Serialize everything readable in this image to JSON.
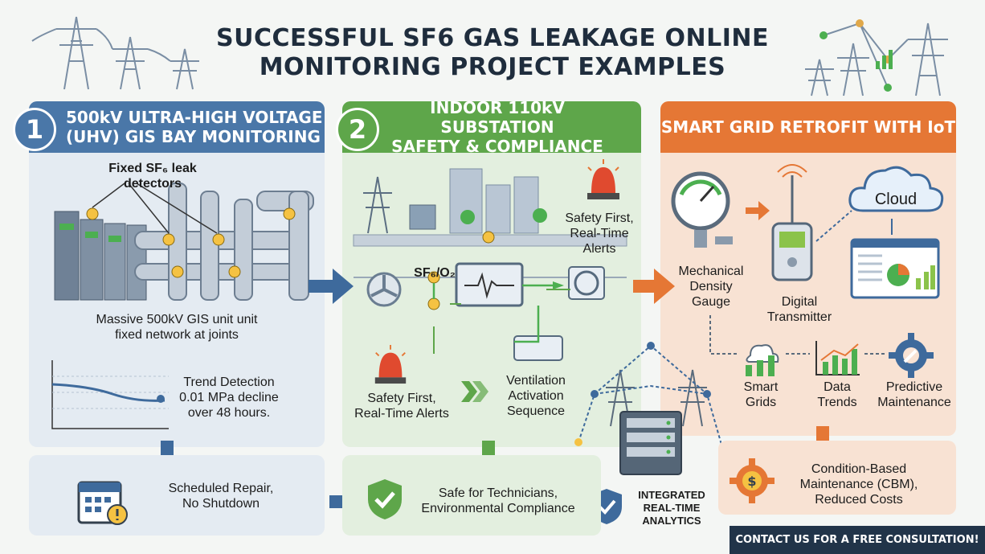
{
  "title": {
    "line1": "SUCCESSFUL SF6 GAS LEAKAGE ONLINE",
    "line2": "MONITORING PROJECT EXAMPLES"
  },
  "panel1": {
    "number": "1",
    "header_line1": "500kV ULTRA-HIGH VOLTAGE",
    "header_line2": "(UHV) GIS BAY MONITORING",
    "detectors_line1": "Fixed SF₆ leak",
    "detectors_line2": "detectors",
    "caption_line1": "Massive 500kV GIS unit unit",
    "caption_line2": "fixed network at joints",
    "trend_line1": "Trend Detection",
    "trend_line2": "0.01 MPa decline",
    "trend_line3": "over 48 hours."
  },
  "panel2": {
    "number": "2",
    "header_line1": "INDOOR 110kV SUBSTATION",
    "header_line2": "SAFETY & COMPLIANCE",
    "gas_label": "SF₆/O₂",
    "alert_top_line1": "Safety First,",
    "alert_top_line2": "Real-Time",
    "alert_top_line3": "Alerts",
    "alert_bottom_line1": "Safety First,",
    "alert_bottom_line2": "Real-Time Alerts",
    "vent_line1": "Ventilation",
    "vent_line2": "Activation",
    "vent_line3": "Sequence"
  },
  "panel3": {
    "header": "SMART GRID RETROFIT WITH IoT",
    "cloud": "Cloud",
    "gauge_line1": "Mechanical",
    "gauge_line2": "Density",
    "gauge_line3": "Gauge",
    "transmitter_line1": "Digital",
    "transmitter_line2": "Transmitter",
    "smart_line1": "Smart",
    "smart_line2": "Grids",
    "data_line1": "Data",
    "data_line2": "Trends",
    "predictive_line1": "Predictive",
    "predictive_line2": "Maintenance"
  },
  "bottom": {
    "repair_line1": "Scheduled Repair,",
    "repair_line2": "No Shutdown",
    "safe_line1": "Safe for Technicians,",
    "safe_line2": "Environmental Compliance",
    "analytics_line1": "INTEGRATED",
    "analytics_line2": "REAL-TIME",
    "analytics_line3": "ANALYTICS",
    "cbm_line1": "Condition-Based",
    "cbm_line2": "Maintenance (CBM),",
    "cbm_line3": "Reduced Costs"
  },
  "cta": "CONTACT US FOR A FREE CONSULTATION!",
  "colors": {
    "blue": "#4a77a8",
    "green": "#5ea64a",
    "orange": "#e57735",
    "navy": "#213449"
  }
}
